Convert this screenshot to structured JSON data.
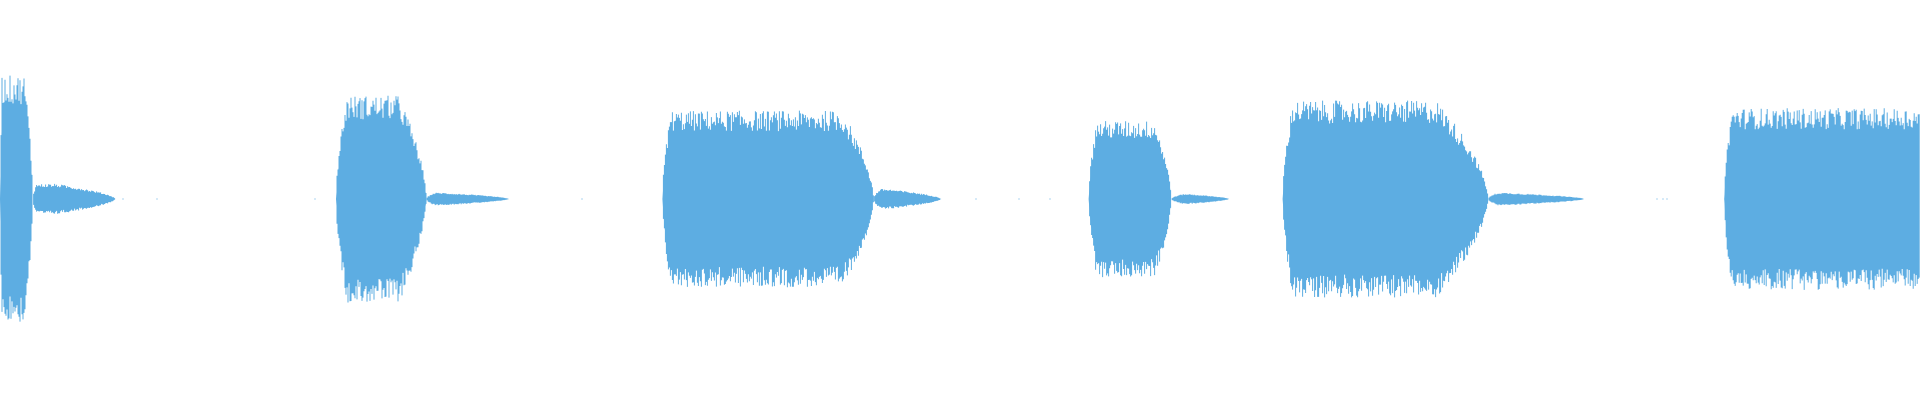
{
  "waveform": {
    "color": "#5dade2",
    "background": "#ffffff",
    "segments": [
      {
        "start": 0.0,
        "end": 0.017,
        "peak": 0.98,
        "attack": 0.06,
        "release": 0.25
      },
      {
        "start": 0.017,
        "end": 0.06,
        "peak": 0.12,
        "attack": 0.05,
        "release": 0.7
      },
      {
        "start": 0.175,
        "end": 0.222,
        "peak": 0.82,
        "attack": 0.12,
        "release": 0.3
      },
      {
        "start": 0.222,
        "end": 0.265,
        "peak": 0.05,
        "attack": 0.1,
        "release": 0.8
      },
      {
        "start": 0.345,
        "end": 0.455,
        "peak": 0.7,
        "attack": 0.04,
        "release": 0.15
      },
      {
        "start": 0.455,
        "end": 0.49,
        "peak": 0.08,
        "attack": 0.1,
        "release": 0.8
      },
      {
        "start": 0.567,
        "end": 0.61,
        "peak": 0.62,
        "attack": 0.1,
        "release": 0.2
      },
      {
        "start": 0.61,
        "end": 0.64,
        "peak": 0.04,
        "attack": 0.2,
        "release": 0.7
      },
      {
        "start": 0.668,
        "end": 0.775,
        "peak": 0.78,
        "attack": 0.05,
        "release": 0.25
      },
      {
        "start": 0.775,
        "end": 0.825,
        "peak": 0.05,
        "attack": 0.1,
        "release": 0.8
      },
      {
        "start": 0.898,
        "end": 1.0,
        "peak": 0.72,
        "attack": 0.04,
        "release": 0.0
      }
    ]
  }
}
